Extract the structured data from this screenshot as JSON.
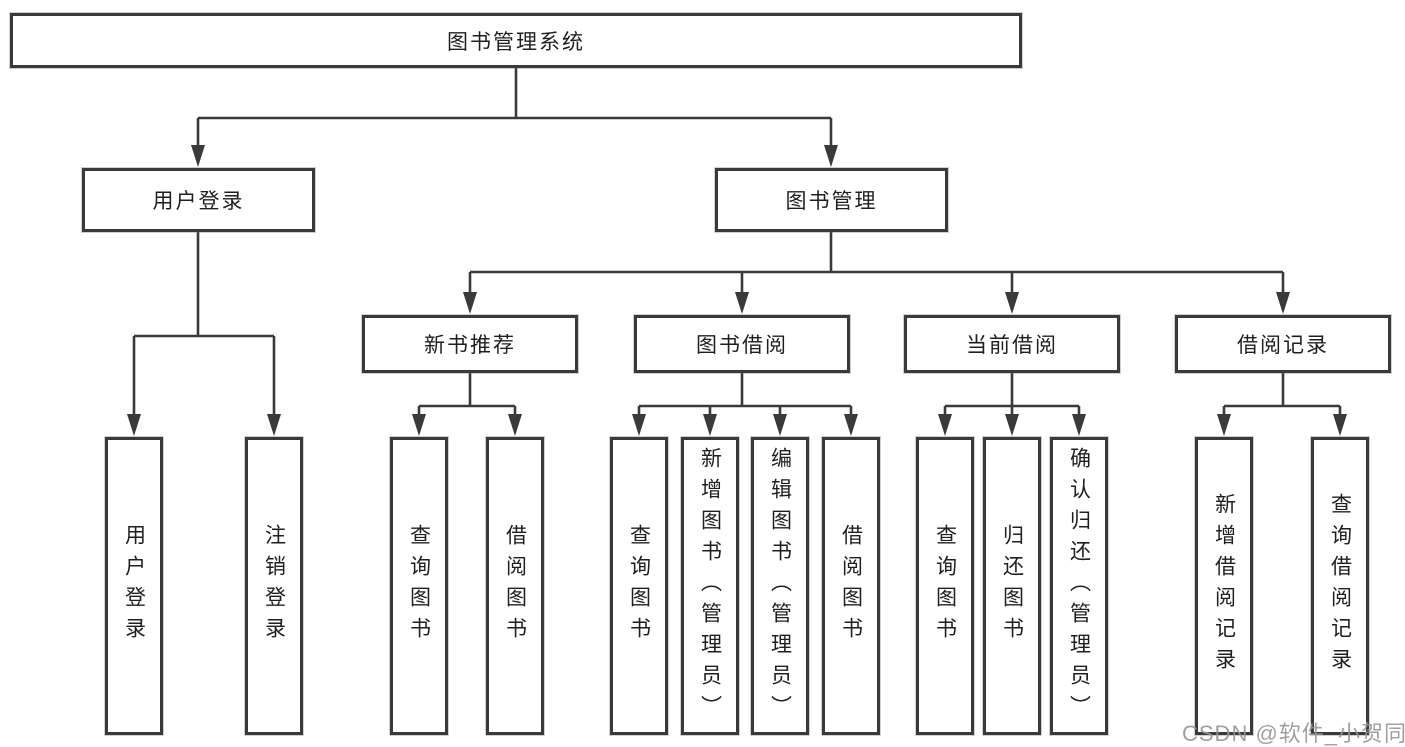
{
  "tree": {
    "root": "图书管理系统",
    "branches": [
      {
        "label": "用户登录",
        "children": [
          "用户登录",
          "注销登录"
        ]
      },
      {
        "label": "图书管理",
        "children": [
          {
            "label": "新书推荐",
            "children": [
              "查询图书",
              "借阅图书"
            ]
          },
          {
            "label": "图书借阅",
            "children": [
              "查询图书",
              "新增图书（管理员）",
              "编辑图书（管理员）",
              "借阅图书"
            ]
          },
          {
            "label": "当前借阅",
            "children": [
              "查询图书",
              "归还图书",
              "确认归还（管理员）"
            ]
          },
          {
            "label": "借阅记录",
            "children": [
              "新增借阅记录",
              "查询借阅记录"
            ]
          }
        ]
      }
    ]
  },
  "watermark": "CSDN @软件_小贺同学",
  "colors": {
    "line": "#3a3a3a",
    "text": "#1f1f1f",
    "watermark": "#969696",
    "background": "#ffffff"
  }
}
